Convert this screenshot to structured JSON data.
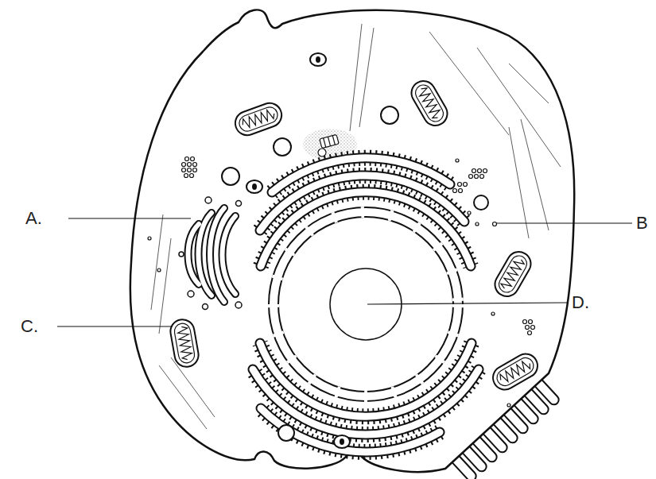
{
  "diagram": {
    "labels": [
      "A.",
      "B",
      "C.",
      "D."
    ]
  }
}
